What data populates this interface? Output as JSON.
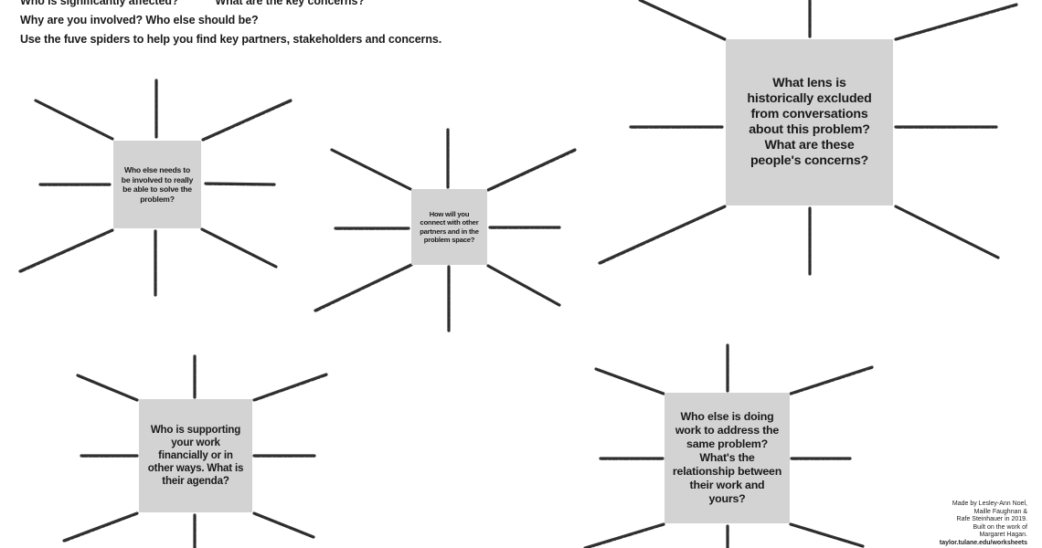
{
  "intro": {
    "line1_a": "Who is significantly affected?",
    "line1_b": "What are the key concerns?",
    "line2": "Why are you involved? Who else should be?",
    "line3": "Use the fuve spiders to help you find key partners, stakeholders and concerns."
  },
  "spiders": [
    {
      "question": "Who else needs to be involved to really be able to solve the problem?"
    },
    {
      "question": "How will you connect with other partners and in the problem space?"
    },
    {
      "question": "What lens is historically excluded from conversations about this problem? What are these people's concerns?"
    },
    {
      "question": "Who is supporting your work financially or in other ways. What is their agenda?"
    },
    {
      "question": "Who else is doing work to address the same problem? What's the relationship between their work and yours?"
    }
  ],
  "credit": {
    "line1": "Made by Lesley-Ann Noel,",
    "line2": "Maille Faughnan &",
    "line3": "Rafe Steinhauer in 2019.",
    "line4": "Built on the work of",
    "line5": "Margaret Hagan.",
    "url": "taylor.tulane.edu/worksheets"
  },
  "colors": {
    "box": "#d3d3d3",
    "leg": "#1c1c1c",
    "text": "#1a1a1a"
  }
}
